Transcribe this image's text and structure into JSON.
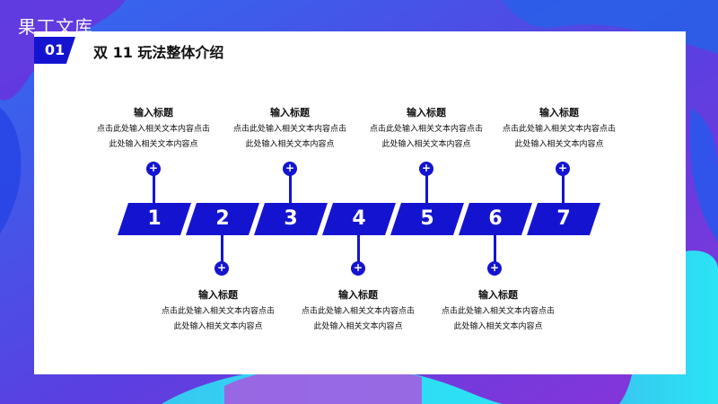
{
  "watermark": "果丁文库",
  "section_number": "01",
  "title": "双 11 玩法整体介绍",
  "steps": [
    "1",
    "2",
    "3",
    "4",
    "5",
    "6",
    "7"
  ],
  "plus_glyph": "+",
  "top_items": [
    {
      "heading": "输入标题",
      "line1": "点击此处输入相关文本内容点击",
      "line2": "此处输入相关文本内容点"
    },
    {
      "heading": "输入标题",
      "line1": "点击此处输入相关文本内容点击",
      "line2": "此处输入相关文本内容点"
    },
    {
      "heading": "输入标题",
      "line1": "点击此处输入相关文本内容点击",
      "line2": "此处输入相关文本内容点"
    },
    {
      "heading": "输入标题",
      "line1": "点击此处输入相关文本内容点击",
      "line2": "此处输入相关文本内容点"
    }
  ],
  "bottom_items": [
    {
      "heading": "输入标题",
      "line1": "点击此处输入相关文本内容点击",
      "line2": "此处输入相关文本内容点"
    },
    {
      "heading": "输入标题",
      "line1": "点击此处输入相关文本内容点击",
      "line2": "此处输入相关文本内容点"
    },
    {
      "heading": "输入标题",
      "line1": "点击此处输入相关文本内容点击",
      "line2": "此处输入相关文本内容点"
    }
  ],
  "colors": {
    "accent": "#1414d0",
    "background": "#4a33d6",
    "card": "#ffffff"
  },
  "icons": [
    "plus-circle-icon"
  ]
}
